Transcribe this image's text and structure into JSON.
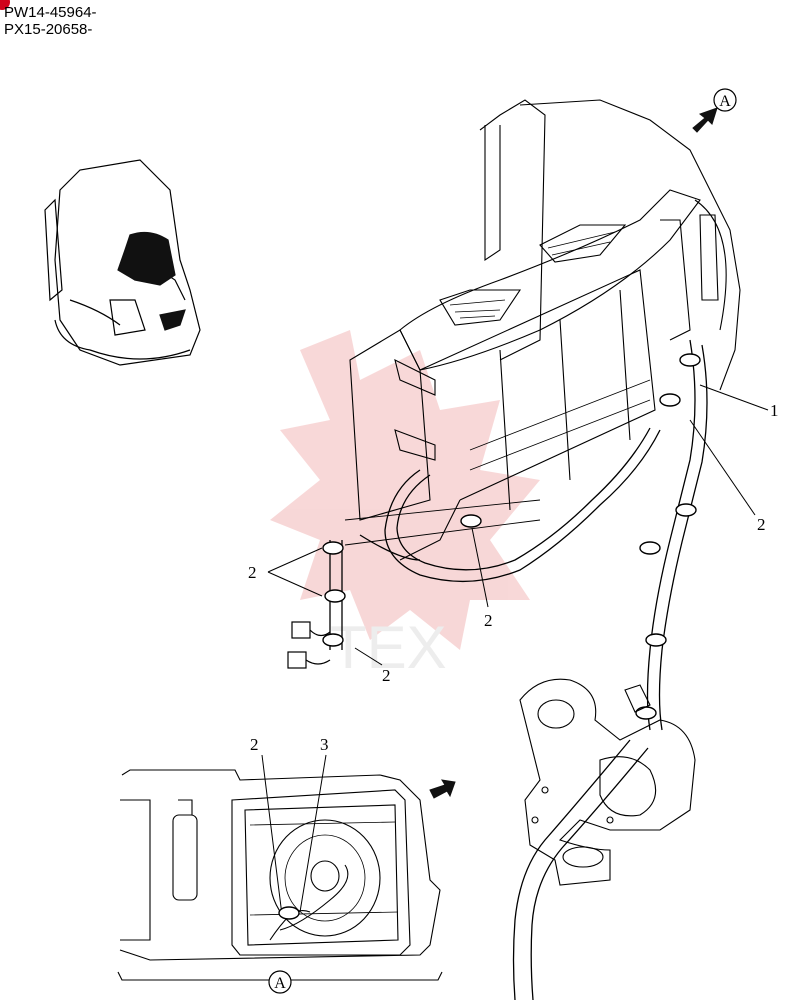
{
  "serial_numbers": [
    "PW14-45964-",
    "PX15-20658-"
  ],
  "view_marker": "A",
  "callouts": {
    "one": "1",
    "two": "2",
    "three": "3"
  },
  "watermark_text": "TEX",
  "colors": {
    "line": "#000000",
    "watermark": "#f2b8b8",
    "corner_dot": "#d0021b",
    "dark_fill": "#111111"
  }
}
